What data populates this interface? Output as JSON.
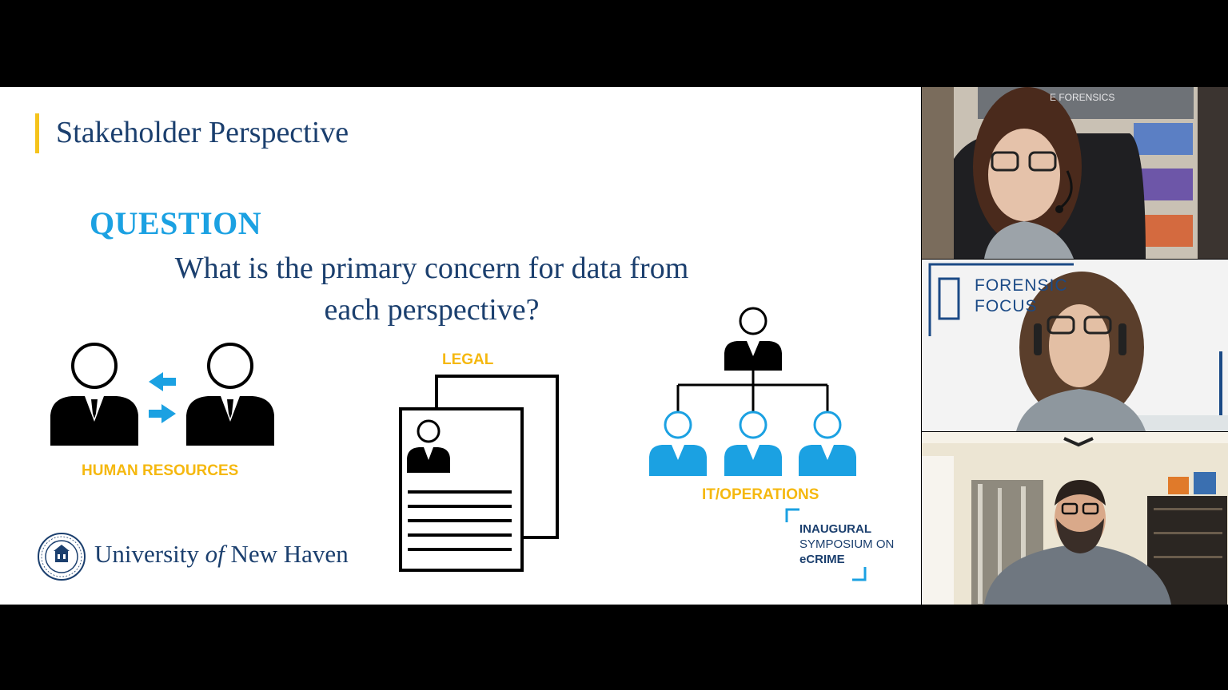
{
  "slide": {
    "title": "Stakeholder Perspective",
    "question_label": "QUESTION",
    "question_line1": "What is the primary concern for data from",
    "question_line2": "each perspective?",
    "captions": {
      "hr": "HUMAN RESOURCES",
      "legal": "LEGAL",
      "it": "IT/OPERATIONS"
    },
    "university": {
      "prefix": "University",
      "of": "of",
      "suffix": "New Haven"
    },
    "symposium": {
      "line1": "INAUGURAL",
      "line2": "SYMPOSIUM ON",
      "line3": "eCRIME"
    },
    "icons": [
      "people-exchange-icon",
      "document-profile-icon",
      "org-chart-icon",
      "university-seal-icon"
    ],
    "colors": {
      "title": "#1b3f6e",
      "accent": "#f5c31c",
      "question": "#1ba1e2",
      "caption": "#f5b80f"
    }
  },
  "participants": {
    "tile1": {
      "backdrop_text": "E FORENSICS"
    },
    "tile2": {
      "backdrop_line1": "FORENSIC",
      "backdrop_line2": "FOCUS"
    }
  }
}
